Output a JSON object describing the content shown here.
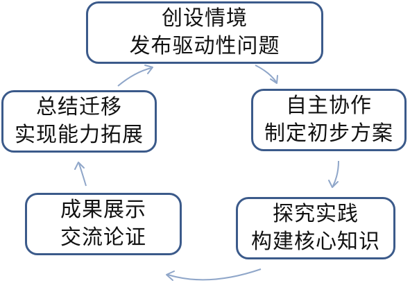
{
  "diagram": {
    "nodes": [
      {
        "id": "n1",
        "lines": [
          "创设情境",
          "发布驱动性问题"
        ]
      },
      {
        "id": "n2",
        "lines": [
          "自主协作",
          "制定初步方案"
        ]
      },
      {
        "id": "n3",
        "lines": [
          "探究实践",
          "构建核心知识"
        ]
      },
      {
        "id": "n4",
        "lines": [
          "成果展示",
          "交流论证"
        ]
      },
      {
        "id": "n5",
        "lines": [
          "总结迁移",
          "实现能力拓展"
        ]
      }
    ],
    "edges": [
      {
        "from": "n1",
        "to": "n2"
      },
      {
        "from": "n2",
        "to": "n3"
      },
      {
        "from": "n3",
        "to": "n4"
      },
      {
        "from": "n4",
        "to": "n5"
      },
      {
        "from": "n5",
        "to": "n1"
      }
    ],
    "colors": {
      "node_border": "#3b5a8a",
      "arrow": "#8fa6c9",
      "text": "#111111",
      "background": "#ffffff"
    }
  }
}
